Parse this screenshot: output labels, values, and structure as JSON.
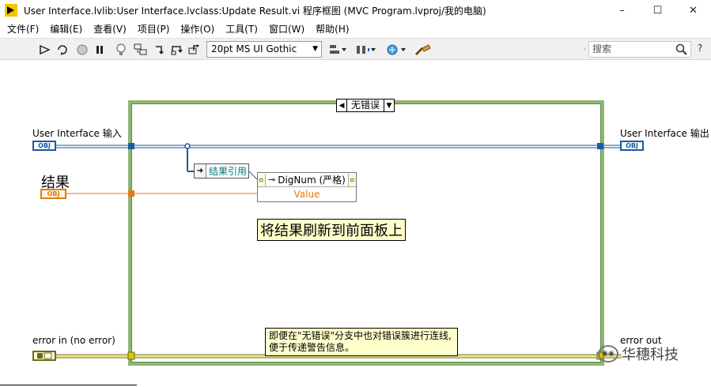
{
  "window": {
    "title": "User Interface.lvlib:User Interface.lvclass:Update Result.vi 程序框图 (MVC Program.lvproj/我的电脑)",
    "minimize": "–",
    "maximize": "☐",
    "close": "✕"
  },
  "menu": {
    "items": [
      "文件(F)",
      "编辑(E)",
      "查看(V)",
      "项目(P)",
      "操作(O)",
      "工具(T)",
      "窗口(W)",
      "帮助(H)"
    ]
  },
  "toolbar": {
    "font_select": "20pt MS UI Gothic",
    "search_placeholder": "搜索",
    "help": "?"
  },
  "diagram": {
    "case_selector": "无错误",
    "ui_in_label": "User Interface 输入",
    "ui_out_label": "User Interface 输出",
    "result_label": "结果",
    "error_in_label": "error in (no error)",
    "error_out_label": "error out",
    "obj_tag": "OBJ",
    "ref_node_label": "结果引用",
    "prop_node_class": "DigNum (严格)",
    "prop_node_property": "Value",
    "comment_main": "将结果刷新到前面板上",
    "comment_small_line1": "即便在\"无错误\"分支中也对错误簇进行连线,",
    "comment_small_line2": "便于传递警告信息。",
    "watermark": "华穗科技"
  },
  "colors": {
    "case_frame": "#8fb474",
    "ref_wire": "#1a5aa0",
    "obj_wire": "#e07b14",
    "error_wire": "#6b6b18",
    "comment_bg": "#ffffcc"
  }
}
